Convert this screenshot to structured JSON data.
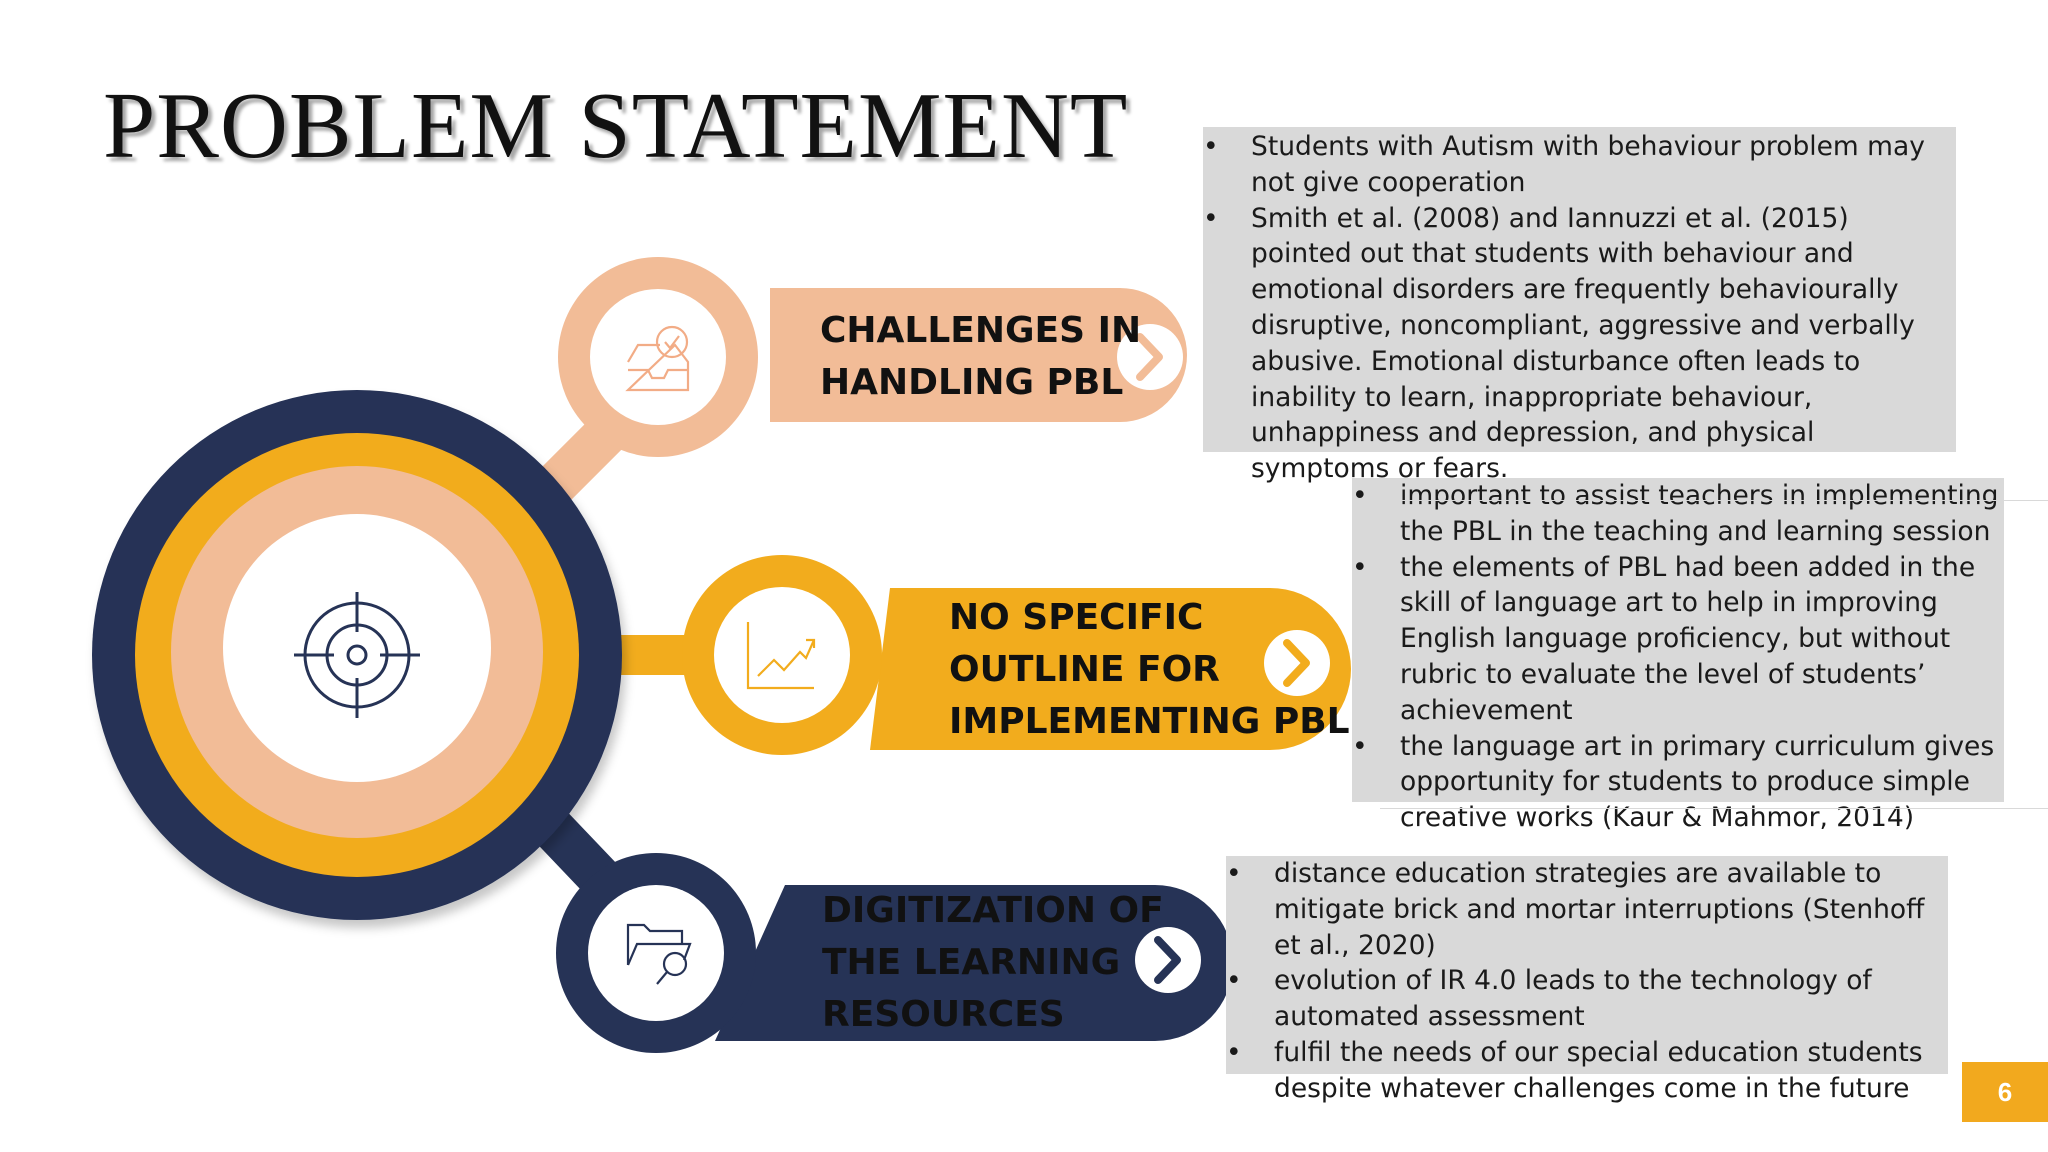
{
  "slide": {
    "title": "PROBLEM STATEMENT",
    "page_number": "6"
  },
  "colors": {
    "navy": "#263356",
    "orange": "#f2ac1d",
    "peach": "#f2bc97",
    "gray_box": "#d9d9d9"
  },
  "items": [
    {
      "label_lines": [
        "CHALLENGES IN",
        "HANDLING PBL"
      ],
      "icon": "inbox-check-icon",
      "bullets": [
        "Students with Autism with behaviour problem may not give cooperation",
        "Smith et al. (2008) and Iannuzzi et al. (2015) pointed out that students with behaviour and emotional disorders are frequently behaviourally disruptive, noncompliant, aggressive and verbally abusive. Emotional disturbance often leads to inability to learn, inappropriate behaviour, unhappiness and depression, and physical symptoms or fears."
      ]
    },
    {
      "label_lines": [
        "NO SPECIFIC",
        "OUTLINE FOR",
        "IMPLEMENTING PBL"
      ],
      "icon": "trend-chart-icon",
      "bullets": [
        "important to assist teachers in implementing the PBL in the teaching and learning session",
        "the elements of PBL had been added in the skill of language art to help in improving English language proficiency, but without rubric to evaluate the level of students’ achievement",
        "the language art in primary curriculum gives opportunity for students to produce simple creative works (Kaur & Mahmor, 2014)"
      ]
    },
    {
      "label_lines": [
        "DIGITIZATION OF",
        "THE LEARNING",
        "RESOURCES"
      ],
      "icon": "folder-search-icon",
      "bullets": [
        "distance education strategies are available to mitigate brick and mortar interruptions (Stenhoff et al., 2020)",
        "evolution of IR 4.0 leads to the technology of automated assessment",
        "fulfil the needs of our special education students despite whatever challenges come in the future"
      ]
    }
  ],
  "center_icon": "target-icon"
}
